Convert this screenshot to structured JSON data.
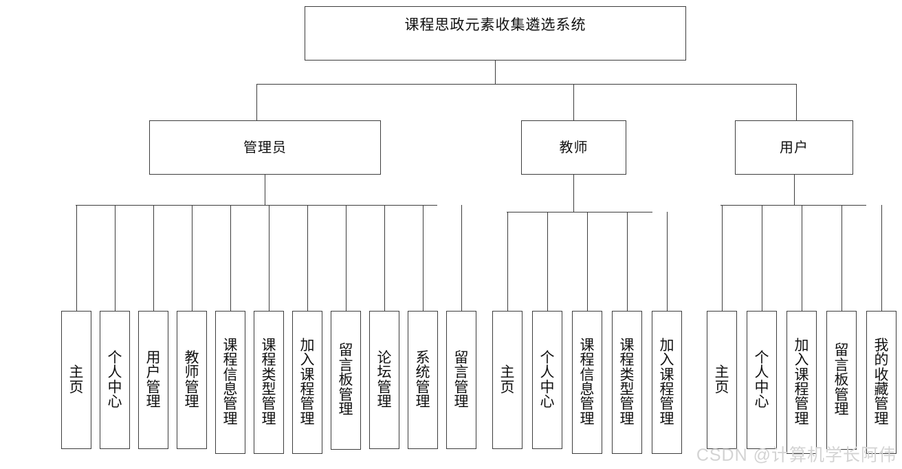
{
  "diagram": {
    "title": "课程思政元素收集遴选系统",
    "type": "system-function-tree",
    "root": {
      "label": "课程思政元素收集遴选系统"
    },
    "roles": [
      {
        "key": "admin",
        "label": "管理员",
        "leaves": [
          "主页",
          "个人中心",
          "用户管理",
          "教师管理",
          "课程信息管理",
          "课程类型管理",
          "加入课程管理",
          "留言板管理",
          "论坛管理",
          "系统管理",
          "留言管理"
        ]
      },
      {
        "key": "teacher",
        "label": "教师",
        "leaves": [
          "主页",
          "个人中心",
          "课程信息管理",
          "课程类型管理",
          "加入课程管理"
        ]
      },
      {
        "key": "user",
        "label": "用户",
        "leaves": [
          "主页",
          "个人中心",
          "加入课程管理",
          "留言板管理",
          "我的收藏管理"
        ]
      }
    ]
  },
  "watermark": {
    "text": "CSDN @计算机学长阿伟",
    "color": "#d3d3d3"
  },
  "style": {
    "line_color": "#3c3c3c",
    "background": "#ffffff",
    "text_color": "#111111"
  }
}
